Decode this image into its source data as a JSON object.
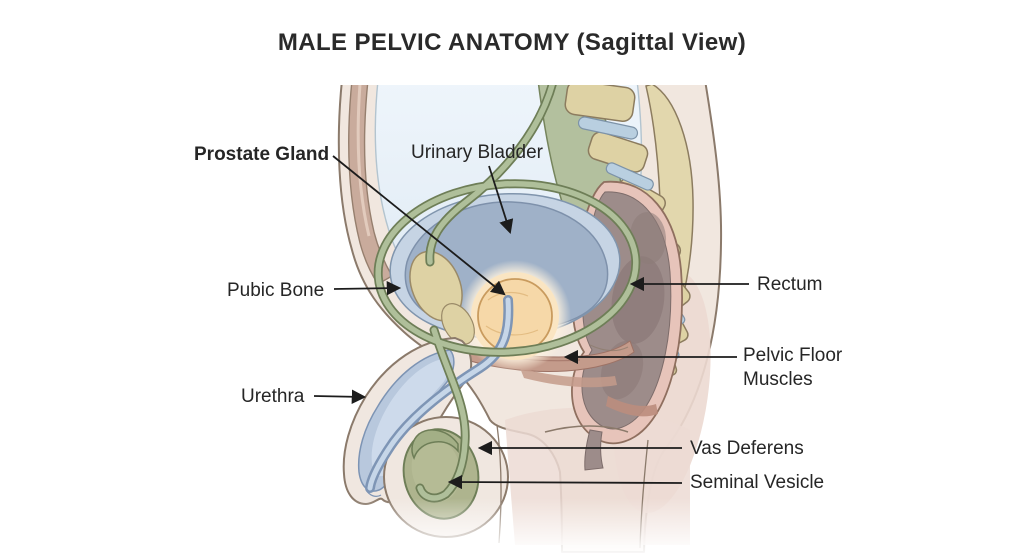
{
  "title": "MALE PELVIC ANATOMY (Sagittal View)",
  "labels": {
    "prostate_gland": "Prostate Gland",
    "urinary_bladder": "Urinary Bladder",
    "pubic_bone": "Pubic Bone",
    "urethra": "Urethra",
    "rectum": "Rectum",
    "pelvic_floor_line1": "Pelvic Floor",
    "pelvic_floor_line2": "Muscles",
    "vas_deferens": "Vas Deferens",
    "seminal_vesicle": "Seminal Vesicle"
  },
  "colors": {
    "background": "#ffffff",
    "text": "#262626",
    "arrow": "#1c1c1c",
    "skin": "#f1e7df",
    "skin_outline": "#8b7a6b",
    "gluteal_pink": "#ecd9d1",
    "cavity_blue": "#e9f1f8",
    "abdominal_wall": "#c9ab9c",
    "bladder_wall": "#c6d4e4",
    "bladder_lumen": "#9fb1c8",
    "prostate": "#f6d8a8",
    "prostate_glow": "#fdf2df",
    "bone_tan": "#ded2a4",
    "disc_blue": "#b9cfe0",
    "colon_green": "#b3c09e",
    "tube_green": "#afbf9a",
    "tube_green_dark": "#6e7e57",
    "rectum_wall_pink": "#e7c4ba",
    "rectum_gray": "#9d8c8a",
    "pelvic_floor_muscle": "#c49b8b",
    "penis_blue": "#b8c8dd",
    "penis_light_blue": "#cfdcec",
    "testis_olive": "#aeb48e"
  }
}
